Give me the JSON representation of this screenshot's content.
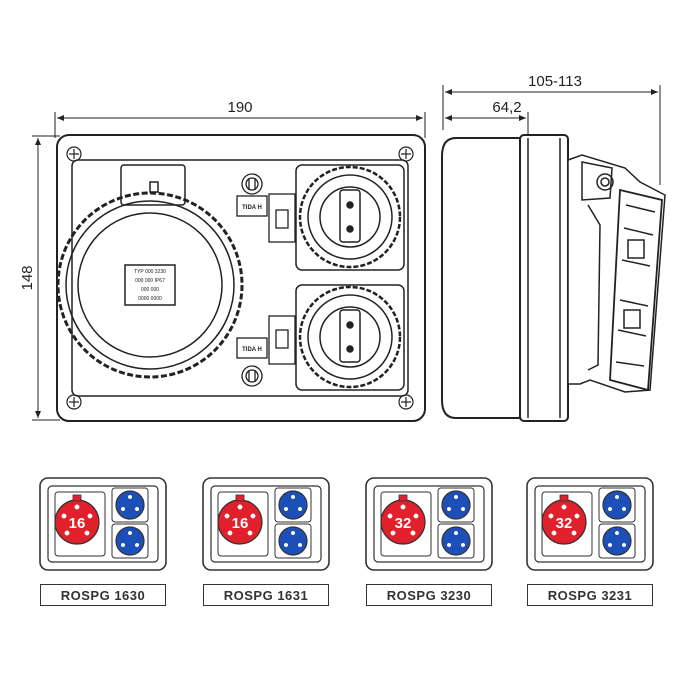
{
  "dimensions": {
    "front_width": "190",
    "front_height": "148",
    "side_depth_total": "105-113",
    "side_depth_body": "64,2"
  },
  "front_panel": {
    "plate_text_lines": [
      "TYP 000 3230",
      "000 000 IP67",
      "000 000",
      "0000 0000"
    ],
    "breaker_labels": [
      "TIDA H",
      "TIDA H"
    ]
  },
  "variants": [
    {
      "name": "ROSPG 1630",
      "rating": "16"
    },
    {
      "name": "ROSPG 1631",
      "rating": "16"
    },
    {
      "name": "ROSPG 3230",
      "rating": "32"
    },
    {
      "name": "ROSPG 3231",
      "rating": "32"
    }
  ],
  "colors": {
    "socket_red": "#e0202a",
    "socket_blue": "#1d4fb8",
    "outline": "#222222"
  }
}
